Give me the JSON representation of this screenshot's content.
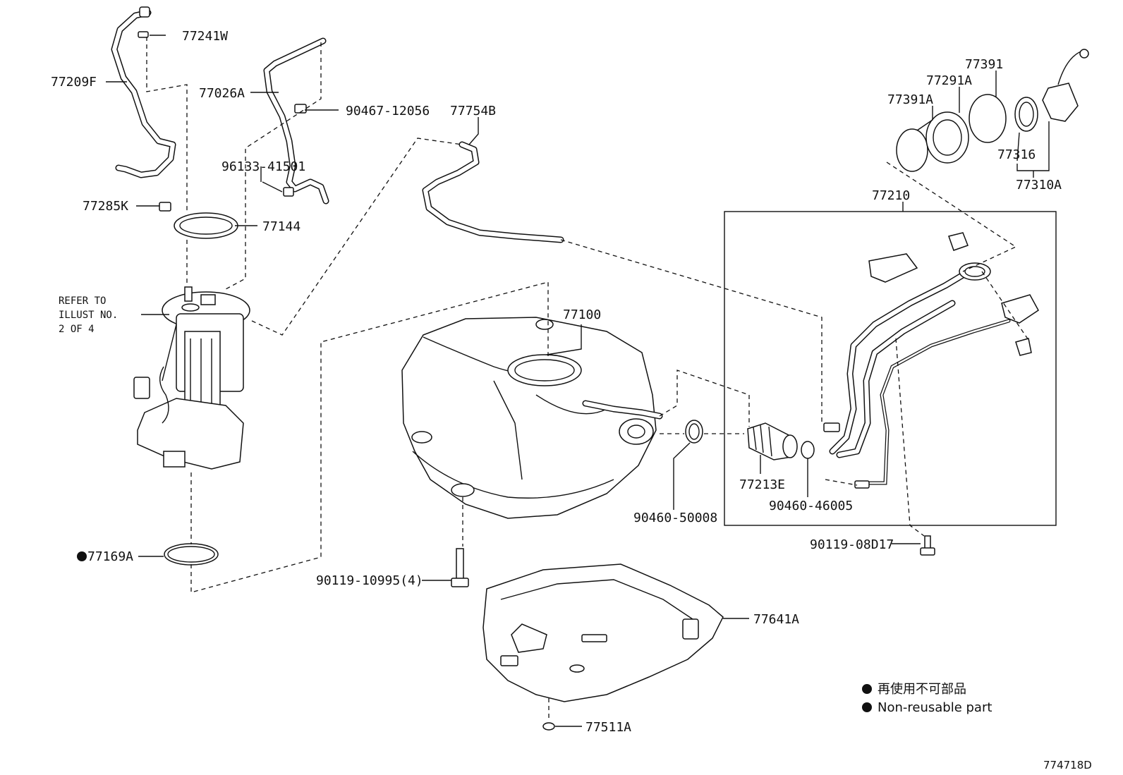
{
  "labels": {
    "p77241W": "77241W",
    "p77209F": "77209F",
    "p77026A": "77026A",
    "p90467_12056": "90467-12056",
    "p77754B": "77754B",
    "p96133_41501": "96133-41501",
    "p77285K": "77285K",
    "p77144": "77144",
    "p77100": "77100",
    "p77169A": "77169A",
    "p90119_10995": "90119-10995(4)",
    "p77641A": "77641A",
    "p77511A": "77511A",
    "p90460_50008": "90460-50008",
    "p77213E": "77213E",
    "p90460_46005": "90460-46005",
    "p90119_08D17": "90119-08D17",
    "p77210": "77210",
    "p77391": "77391",
    "p77291A": "77291A",
    "p77391A": "77391A",
    "p77316": "77316",
    "p77310A": "77310A"
  },
  "refer_note": [
    "REFER TO",
    "ILLUST NO.",
    "2 OF 4"
  ],
  "legend": {
    "japanese": "再使用不可部品",
    "english": "Non-reusable part"
  },
  "diagram_code": "774718D"
}
